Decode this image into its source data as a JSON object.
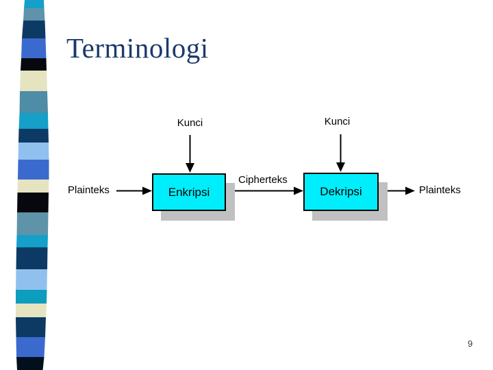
{
  "slide": {
    "title": "Terminologi",
    "page_number": "9"
  },
  "diagram": {
    "nodes": [
      {
        "id": "enkripsi",
        "label": "Enkripsi"
      },
      {
        "id": "dekripsi",
        "label": "Dekripsi"
      }
    ],
    "labels": {
      "key_left": "Kunci",
      "key_right": "Kunci",
      "input": "Plainteks",
      "middle": "Cipherteks",
      "output": "Plainteks"
    },
    "flow": "Plainteks -> Enkripsi (Kunci) -> Cipherteks -> Dekripsi (Kunci) -> Plainteks"
  },
  "colors": {
    "background": "#ffffff",
    "title": "#1a3a6b",
    "line": "#000000",
    "box_fill": "#00eefb",
    "box_border": "#000000",
    "box_shadow": "#c0c0c0",
    "label_text": "#000000",
    "page_number": "#3a3a3a"
  },
  "stripe": {
    "colors": [
      "#14a0c8",
      "#5e93aa",
      "#0d3a64",
      "#3b6ace",
      "#06080d",
      "#e6e3c0",
      "#4f8ca6",
      "#14a0c8",
      "#0d3a64",
      "#90c1ee",
      "#3b6ace",
      "#e6e3c0",
      "#06080d",
      "#5e93aa",
      "#14a0c8",
      "#0d3a64",
      "#90c1ee",
      "#0d9dbf",
      "#e6e3c0",
      "#0d3a64",
      "#3b6ace",
      "#02101e"
    ]
  }
}
